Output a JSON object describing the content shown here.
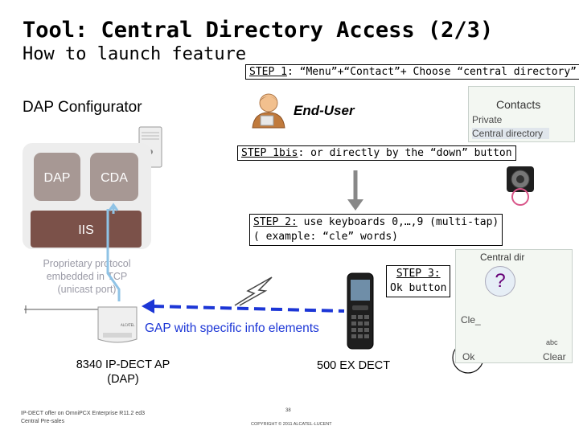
{
  "title": "Tool: Central Directory Access (2/3)",
  "subtitle": "How to launch feature",
  "left_panel": {
    "heading": "DAP Configurator",
    "boxes": {
      "dap": "DAP",
      "cda": "CDA",
      "iis": "IIS"
    },
    "protocol_note": "Proprietary protocol embedded in TCP (unicast port)"
  },
  "enduser_label": "End-User",
  "steps": {
    "step1": {
      "label": "STEP 1",
      "text": ": “Menu”+“Contact”+ Choose “central directory”"
    },
    "step1bis": {
      "label": "STEP 1bis",
      "text": ": or directly by the “down” button"
    },
    "step2": {
      "label": "STEP 2:",
      "line1": " use keyboards 0,…,9 (multi-tap)",
      "line2": "( example: “cle” words)"
    },
    "step3": {
      "label": "STEP 3:",
      "line2": "Ok button"
    }
  },
  "phone_screen_contacts": {
    "title": "Contacts",
    "items": [
      "Private",
      "Central directory"
    ]
  },
  "phone_screen_dir": {
    "title": "Central dir",
    "query_mark": "?",
    "input": "Cle_",
    "mode": "abc",
    "softkey_left": "Ok",
    "softkey_right": "Clear"
  },
  "gap_label": "GAP with specific info elements",
  "ap_label": "8340 IP-DECT AP (DAP)",
  "dect_label": "500 EX DECT",
  "footer": {
    "line1": "IP-DECT offer on OmniPCX Enterprise R11.2 ed3",
    "line2": "Central Pre-sales",
    "page": "38",
    "copyright": "COPYRIGHT © 2011 ALCATEL-LUCENT"
  },
  "colors": {
    "accent_blue": "#1c36d6",
    "box_light": "#a79894",
    "box_dark": "#7b5149",
    "ring": "#d9578a"
  }
}
